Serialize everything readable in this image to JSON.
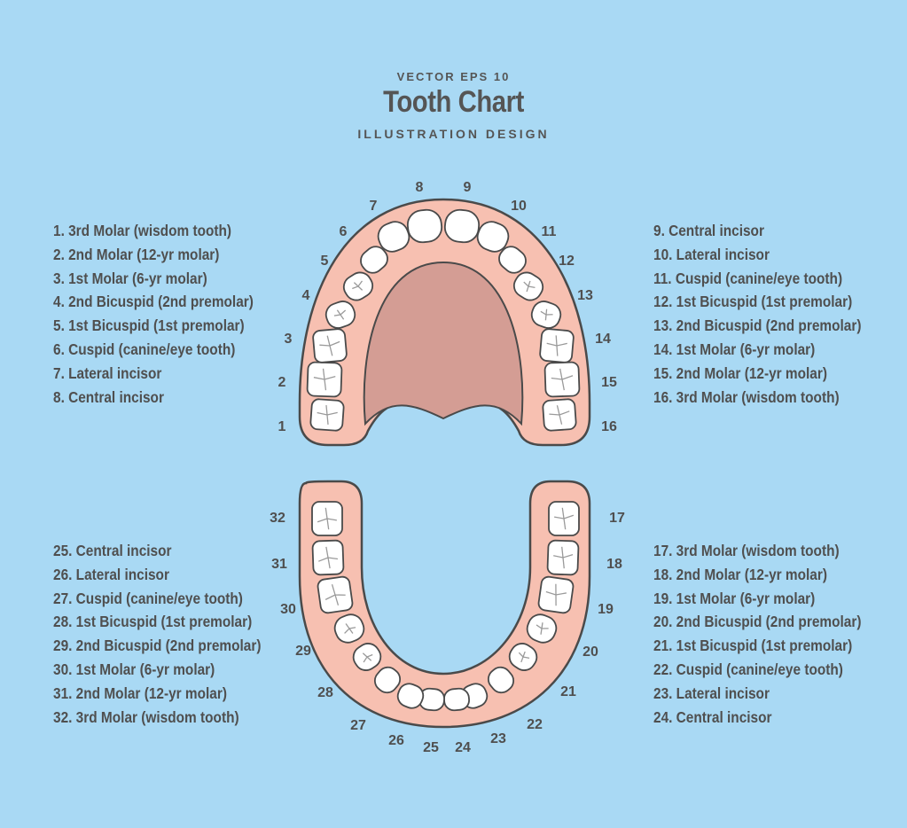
{
  "header": {
    "eyebrow": "VECTOR EPS 10",
    "title": "Tooth Chart",
    "subtitle": "ILLUSTRATION DESIGN"
  },
  "colors": {
    "background": "#a9d9f4",
    "gum": "#f7c0b1",
    "palate": "#d49d94",
    "tooth": "#ffffff",
    "outline": "#4a4a4a"
  },
  "legend": {
    "upper_left": [
      "1. 3rd Molar (wisdom tooth)",
      "2. 2nd Molar (12-yr molar)",
      "3. 1st Molar (6-yr molar)",
      "4. 2nd Bicuspid (2nd premolar)",
      "5. 1st Bicuspid (1st premolar)",
      "6. Cuspid (canine/eye tooth)",
      "7. Lateral incisor",
      "8. Central incisor"
    ],
    "upper_right": [
      "9. Central incisor",
      "10. Lateral incisor",
      "11. Cuspid (canine/eye tooth)",
      "12. 1st Bicuspid (1st premolar)",
      "13. 2nd Bicuspid (2nd premolar)",
      "14. 1st Molar (6-yr molar)",
      "15. 2nd Molar (12-yr molar)",
      "16. 3rd Molar (wisdom tooth)"
    ],
    "lower_left": [
      "25. Central incisor",
      "26. Lateral incisor",
      "27. Cuspid (canine/eye tooth)",
      "28. 1st Bicuspid (1st premolar)",
      "29. 2nd Bicuspid (2nd premolar)",
      "30. 1st Molar (6-yr molar)",
      "31. 2nd Molar (12-yr molar)",
      "32. 3rd Molar (wisdom tooth)"
    ],
    "lower_right": [
      "17. 3rd Molar (wisdom tooth)",
      "18. 2nd Molar (12-yr molar)",
      "19. 1st Molar (6-yr molar)",
      "20. 2nd Bicuspid (2nd premolar)",
      "21. 1st Bicuspid (1st premolar)",
      "22. Cuspid (canine/eye tooth)",
      "23. Lateral incisor",
      "24. Central incisor"
    ]
  },
  "upper_arch": {
    "tooth_numbers": [
      "1",
      "2",
      "3",
      "4",
      "5",
      "6",
      "7",
      "8",
      "9",
      "10",
      "11",
      "12",
      "13",
      "14",
      "15",
      "16"
    ]
  },
  "lower_arch": {
    "tooth_numbers": [
      "17",
      "18",
      "19",
      "20",
      "21",
      "22",
      "23",
      "24",
      "25",
      "26",
      "27",
      "28",
      "29",
      "30",
      "31",
      "32"
    ]
  }
}
